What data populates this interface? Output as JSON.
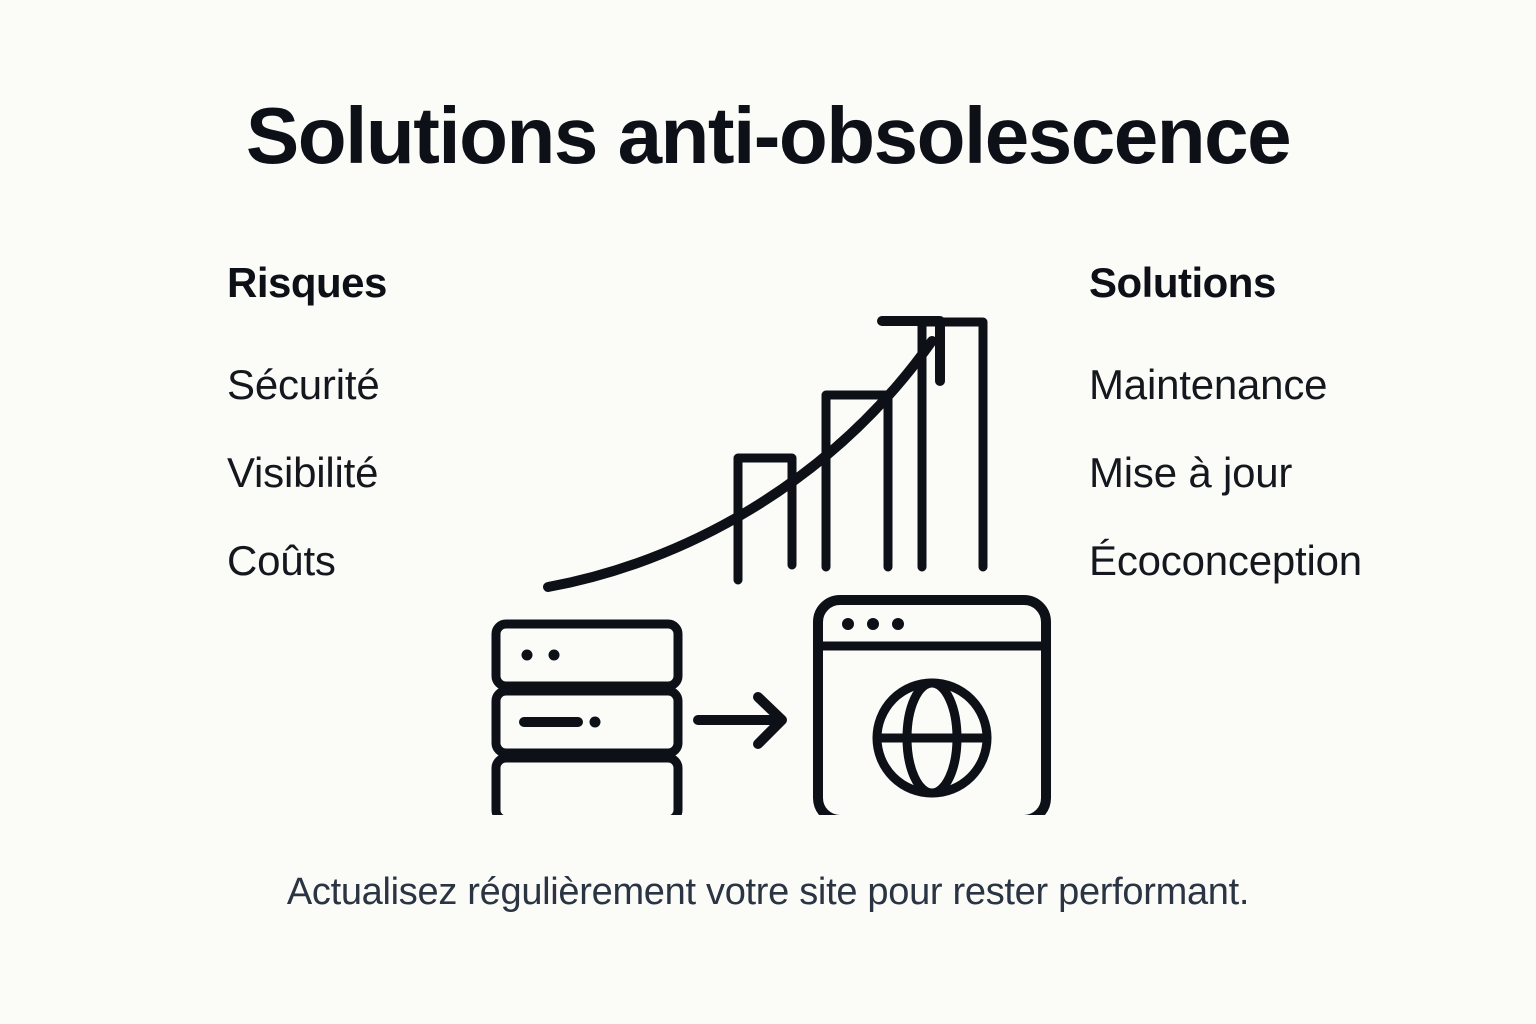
{
  "slide": {
    "title": "Solutions anti-obsolescence",
    "caption": "Actualisez régulièrement votre site pour rester performant.",
    "background_color": "#fbfbf8",
    "text_color": "#0d1117",
    "caption_color": "#2a3442",
    "stroke_color": "#0d1117"
  },
  "columns": {
    "left": {
      "heading": "Risques",
      "items": [
        {
          "label": "Sécurité"
        },
        {
          "label": "Visibilité"
        },
        {
          "label": "Coûts"
        }
      ]
    },
    "right": {
      "heading": "Solutions",
      "items": [
        {
          "label": "Maintenance"
        },
        {
          "label": "Mise à jour"
        },
        {
          "label": "Écoconception"
        }
      ]
    }
  },
  "illustration": {
    "name": "server-to-website-growth-illustration",
    "elements": [
      {
        "name": "server-stack-icon",
        "label": "server stack"
      },
      {
        "name": "right-arrow-icon",
        "label": "transition arrow"
      },
      {
        "name": "browser-window-globe-icon",
        "label": "website browser window with globe"
      },
      {
        "name": "bar-chart-bars",
        "label": "growth bars"
      },
      {
        "name": "growth-curve-arrow-icon",
        "label": "rising growth arrow"
      }
    ]
  }
}
